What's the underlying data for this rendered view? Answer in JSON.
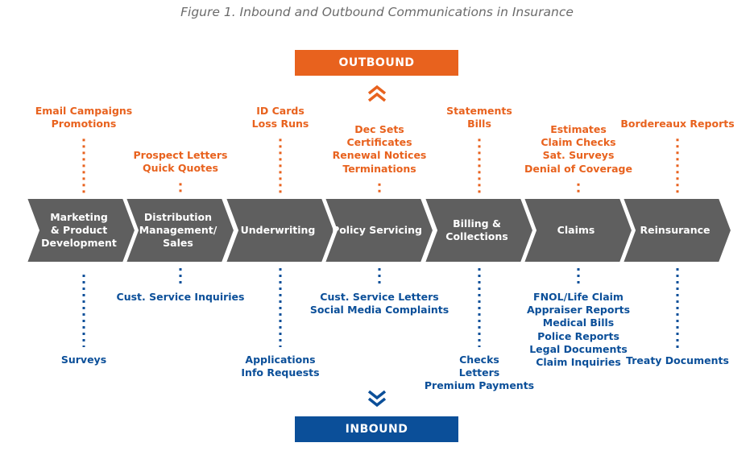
{
  "caption": "Figure 1. Inbound and Outbound Communications in Insurance",
  "outbound": {
    "label": "OUTBOUND",
    "color": "#e8621e",
    "icon": "double-chevron-up-icon"
  },
  "inbound": {
    "label": "INBOUND",
    "color": "#0b4f99",
    "icon": "double-chevron-down-icon"
  },
  "stage_color": "#5f5f5f",
  "stages": [
    {
      "label": "Marketing\n& Product\nDevelopment",
      "outbound_items": [
        "Email Campaigns",
        "Promotions"
      ],
      "inbound_items": [
        "Surveys"
      ]
    },
    {
      "label": "Distribution\nManagement/\nSales",
      "outbound_items": [
        "Prospect Letters",
        "Quick Quotes"
      ],
      "inbound_items": [
        "Cust. Service Inquiries"
      ]
    },
    {
      "label": "Underwriting",
      "outbound_items": [
        "ID Cards",
        "Loss Runs"
      ],
      "inbound_items": [
        "Applications",
        "Info Requests"
      ]
    },
    {
      "label": "Policy Servicing",
      "outbound_items": [
        "Dec Sets",
        "Certificates",
        "Renewal Notices",
        "Terminations"
      ],
      "inbound_items": [
        "Cust. Service Letters",
        "Social Media Complaints"
      ]
    },
    {
      "label": "Billing &\nCollections",
      "outbound_items": [
        "Statements",
        "Bills"
      ],
      "inbound_items": [
        "Checks",
        "Letters",
        "Premium Payments"
      ]
    },
    {
      "label": "Claims",
      "outbound_items": [
        "Estimates",
        "Claim Checks",
        "Sat. Surveys",
        "Denial of Coverage"
      ],
      "inbound_items": [
        "FNOL/Life Claim",
        "Appraiser Reports",
        "Medical Bills",
        "Police Reports",
        "Legal Documents",
        "Claim Inquiries"
      ]
    },
    {
      "label": "Reinsurance",
      "outbound_items": [
        "Bordereaux Reports"
      ],
      "inbound_items": [
        "Treaty Documents"
      ]
    }
  ]
}
